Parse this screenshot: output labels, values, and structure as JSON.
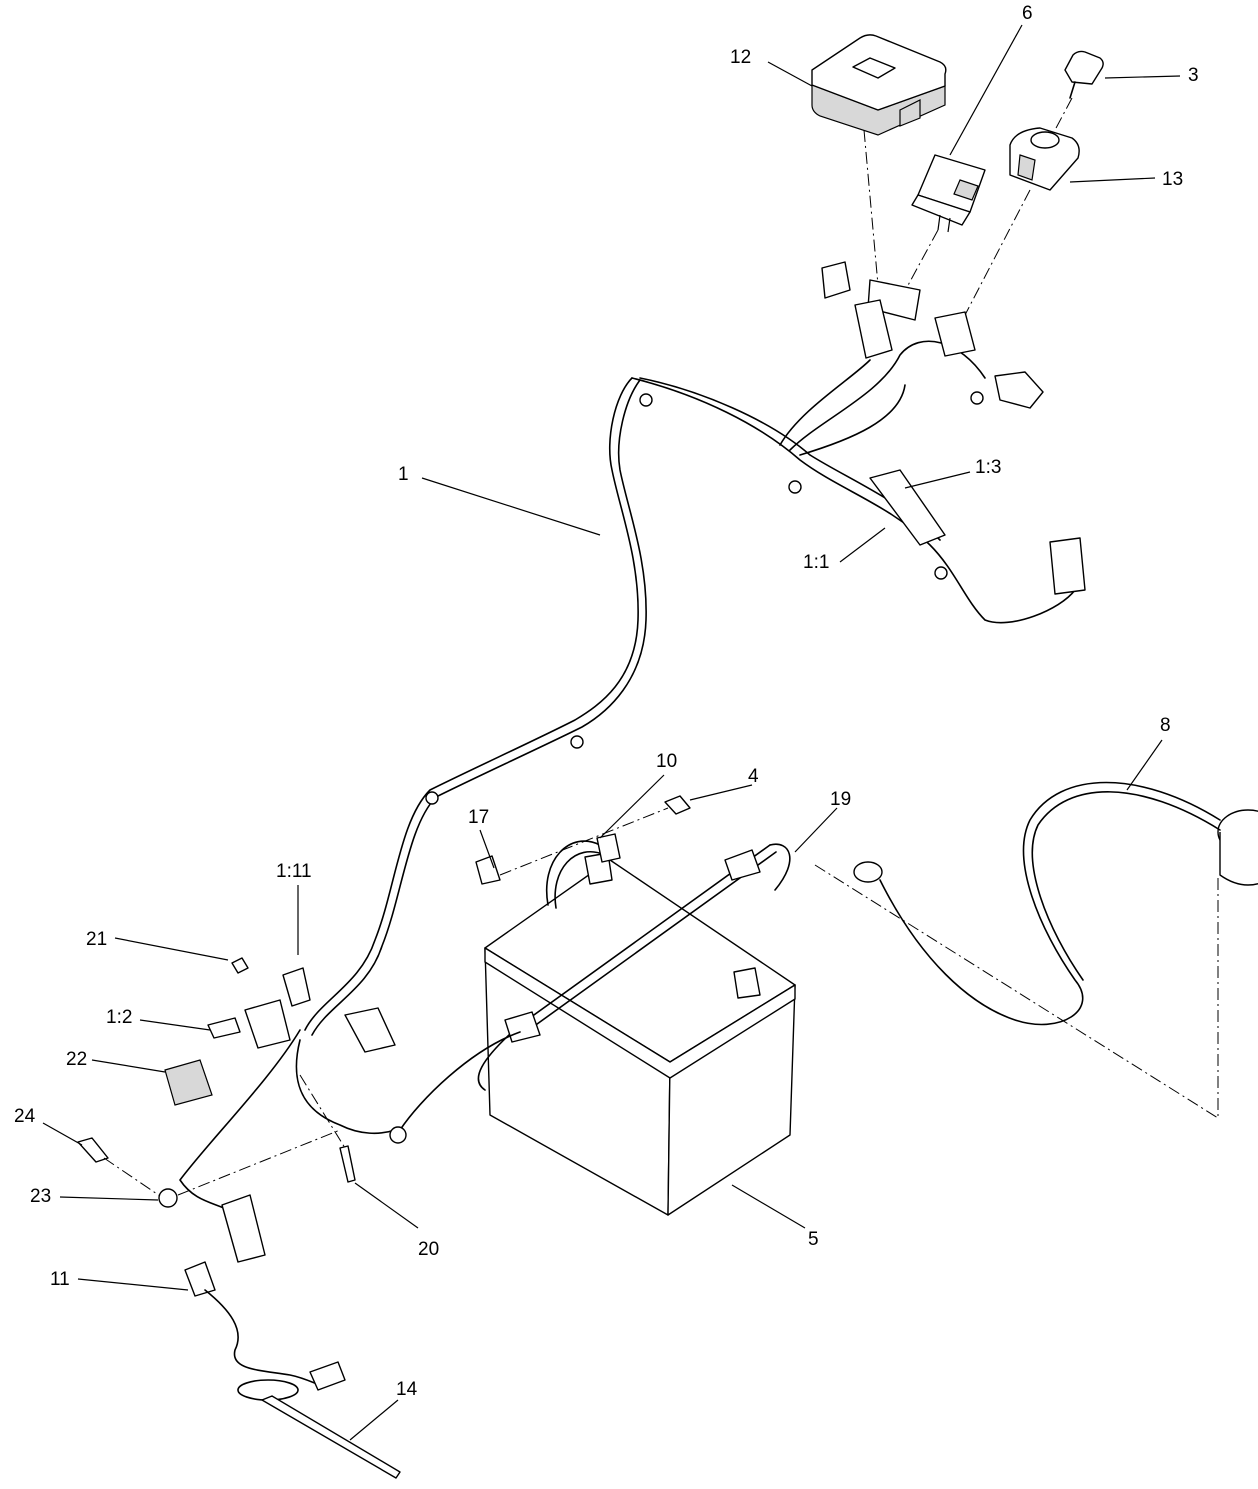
{
  "callouts": {
    "c1": "1",
    "c3": "3",
    "c4": "4",
    "c5": "5",
    "c6": "6",
    "c8": "8",
    "c10": "10",
    "c11": "11",
    "c12": "12",
    "c13": "13",
    "c14": "14",
    "c17": "17",
    "c19": "19",
    "c20": "20",
    "c21": "21",
    "c22": "22",
    "c23": "23",
    "c24": "24",
    "c1_1": "1:1",
    "c1_2": "1:2",
    "c1_3": "1:3",
    "c1_11": "1:11"
  }
}
